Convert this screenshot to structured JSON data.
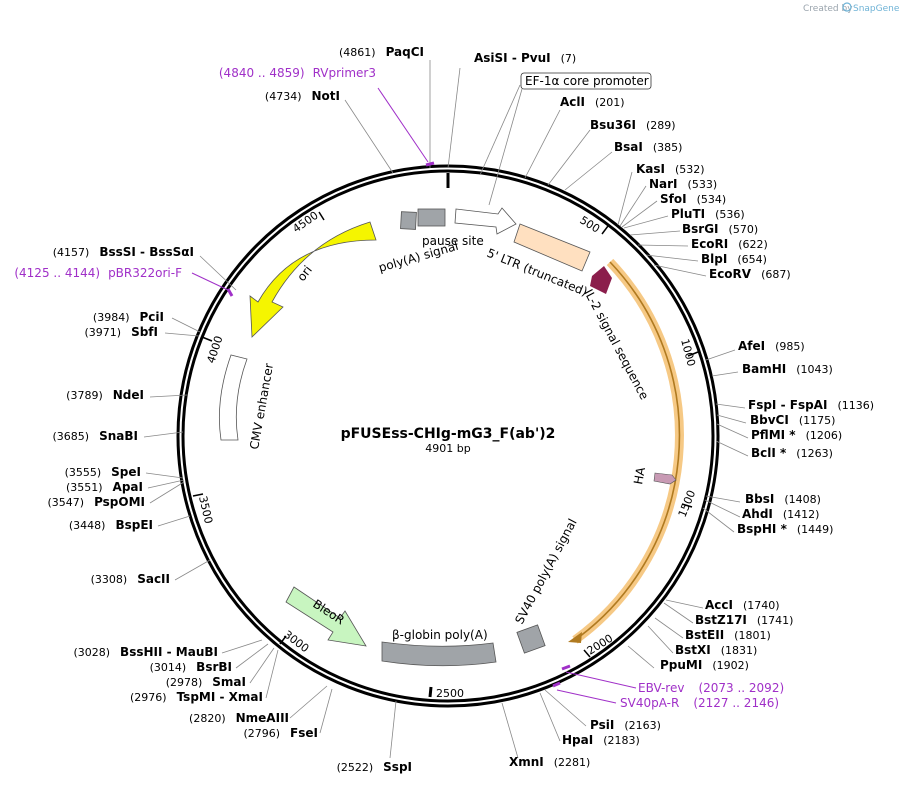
{
  "title": "pFUSEss-CHIg-mG3_F(ab')2",
  "subtitle": "4901 bp",
  "credit": "Created by",
  "credit_brand": "SnapGene",
  "colors": {
    "backbone": "#000000",
    "primer": "#a030c8",
    "ori": "#f5f500",
    "bleor": "#c8f5c0",
    "ltr": "#ffe0c0",
    "gray_feature": "#a0a4a8",
    "signal": "#8b1e4c",
    "ha": "#c89ab4",
    "highlight": "#f5c070"
  },
  "ticks": [
    {
      "bp": 500,
      "label": "500"
    },
    {
      "bp": 1000,
      "label": "1000"
    },
    {
      "bp": 1500,
      "label": "1500"
    },
    {
      "bp": 2000,
      "label": "2000"
    },
    {
      "bp": 2500,
      "label": "2500"
    },
    {
      "bp": 3000,
      "label": "3000"
    },
    {
      "bp": 3500,
      "label": "3500"
    },
    {
      "bp": 4000,
      "label": "4000"
    },
    {
      "bp": 4500,
      "label": "4500"
    }
  ],
  "features": [
    {
      "name": "EF-1α core promoter",
      "type": "box-label"
    },
    {
      "name": "pause site",
      "type": "label"
    },
    {
      "name": "poly(A) signal",
      "type": "label"
    },
    {
      "name": "5' LTR (truncated)",
      "type": "label"
    },
    {
      "name": "IL-2 signal sequence",
      "type": "label"
    },
    {
      "name": "HA",
      "type": "label"
    },
    {
      "name": "SV40 poly(A) signal",
      "type": "label"
    },
    {
      "name": "β-globin poly(A)",
      "type": "label"
    },
    {
      "name": "BleoR",
      "type": "label"
    },
    {
      "name": "ori",
      "type": "label"
    },
    {
      "name": "CMV enhancer",
      "type": "label"
    }
  ],
  "enzymes_right": [
    {
      "name": "AsiSI",
      "name2": "PvuI",
      "pos": "(7)"
    },
    {
      "name": "AclI",
      "pos": "(201)"
    },
    {
      "name": "Bsu36I",
      "pos": "(289)"
    },
    {
      "name": "BsaI",
      "pos": "(385)"
    },
    {
      "name": "KasI",
      "pos": "(532)"
    },
    {
      "name": "NarI",
      "pos": "(533)"
    },
    {
      "name": "SfoI",
      "pos": "(534)"
    },
    {
      "name": "PluTI",
      "pos": "(536)"
    },
    {
      "name": "BsrGI",
      "pos": "(570)"
    },
    {
      "name": "EcoRI",
      "pos": "(622)"
    },
    {
      "name": "BlpI",
      "pos": "(654)"
    },
    {
      "name": "EcoRV",
      "pos": "(687)"
    },
    {
      "name": "AfeI",
      "pos": "(985)"
    },
    {
      "name": "BamHI",
      "pos": "(1043)"
    },
    {
      "name": "FspI",
      "name2": "FspAI",
      "pos": "(1136)"
    },
    {
      "name": "BbvCI",
      "pos": "(1175)"
    },
    {
      "name": "PflMI *",
      "pos": "(1206)"
    },
    {
      "name": "BclI *",
      "pos": "(1263)"
    },
    {
      "name": "BbsI",
      "pos": "(1408)"
    },
    {
      "name": "AhdI",
      "pos": "(1412)"
    },
    {
      "name": "BspHI *",
      "pos": "(1449)"
    },
    {
      "name": "AccI",
      "pos": "(1740)"
    },
    {
      "name": "BstZ17I",
      "pos": "(1741)"
    },
    {
      "name": "BstEII",
      "pos": "(1801)"
    },
    {
      "name": "BstXI",
      "pos": "(1831)"
    },
    {
      "name": "PpuMI",
      "pos": "(1902)"
    },
    {
      "name": "PsiI",
      "pos": "(2163)"
    },
    {
      "name": "HpaI",
      "pos": "(2183)"
    },
    {
      "name": "XmnI",
      "pos": "(2281)"
    }
  ],
  "enzymes_left": [
    {
      "name": "PaqCI",
      "pos": "(4861)"
    },
    {
      "name": "NotI",
      "pos": "(4734)"
    },
    {
      "name": "BssSI",
      "name2": "BssSαI",
      "pos": "(4157)"
    },
    {
      "name": "PciI",
      "pos": "(3984)"
    },
    {
      "name": "SbfI",
      "pos": "(3971)"
    },
    {
      "name": "NdeI",
      "pos": "(3789)"
    },
    {
      "name": "SnaBI",
      "pos": "(3685)"
    },
    {
      "name": "SpeI",
      "pos": "(3555)"
    },
    {
      "name": "ApaI",
      "pos": "(3551)"
    },
    {
      "name": "PspOMI",
      "pos": "(3547)"
    },
    {
      "name": "BspEI",
      "pos": "(3448)"
    },
    {
      "name": "SacII",
      "pos": "(3308)"
    },
    {
      "name": "BssHII",
      "name2": "MauBI",
      "pos": "(3028)"
    },
    {
      "name": "BsrBI",
      "pos": "(3014)"
    },
    {
      "name": "SmaI",
      "pos": "(2978)"
    },
    {
      "name": "TspMI",
      "name2": "XmaI",
      "pos": "(2976)"
    },
    {
      "name": "NmeAIII",
      "pos": "(2820)"
    },
    {
      "name": "FseI",
      "pos": "(2796)"
    },
    {
      "name": "SspI",
      "pos": "(2522)"
    }
  ],
  "primers": [
    {
      "name": "RVprimer3",
      "pos": "(4840 .. 4859)"
    },
    {
      "name": "pBR322ori-F",
      "pos": "(4125 .. 4144)"
    },
    {
      "name": "EBV-rev",
      "pos": "(2073 .. 2092)"
    },
    {
      "name": "SV40pA-R",
      "pos": "(2127 .. 2146)"
    }
  ]
}
